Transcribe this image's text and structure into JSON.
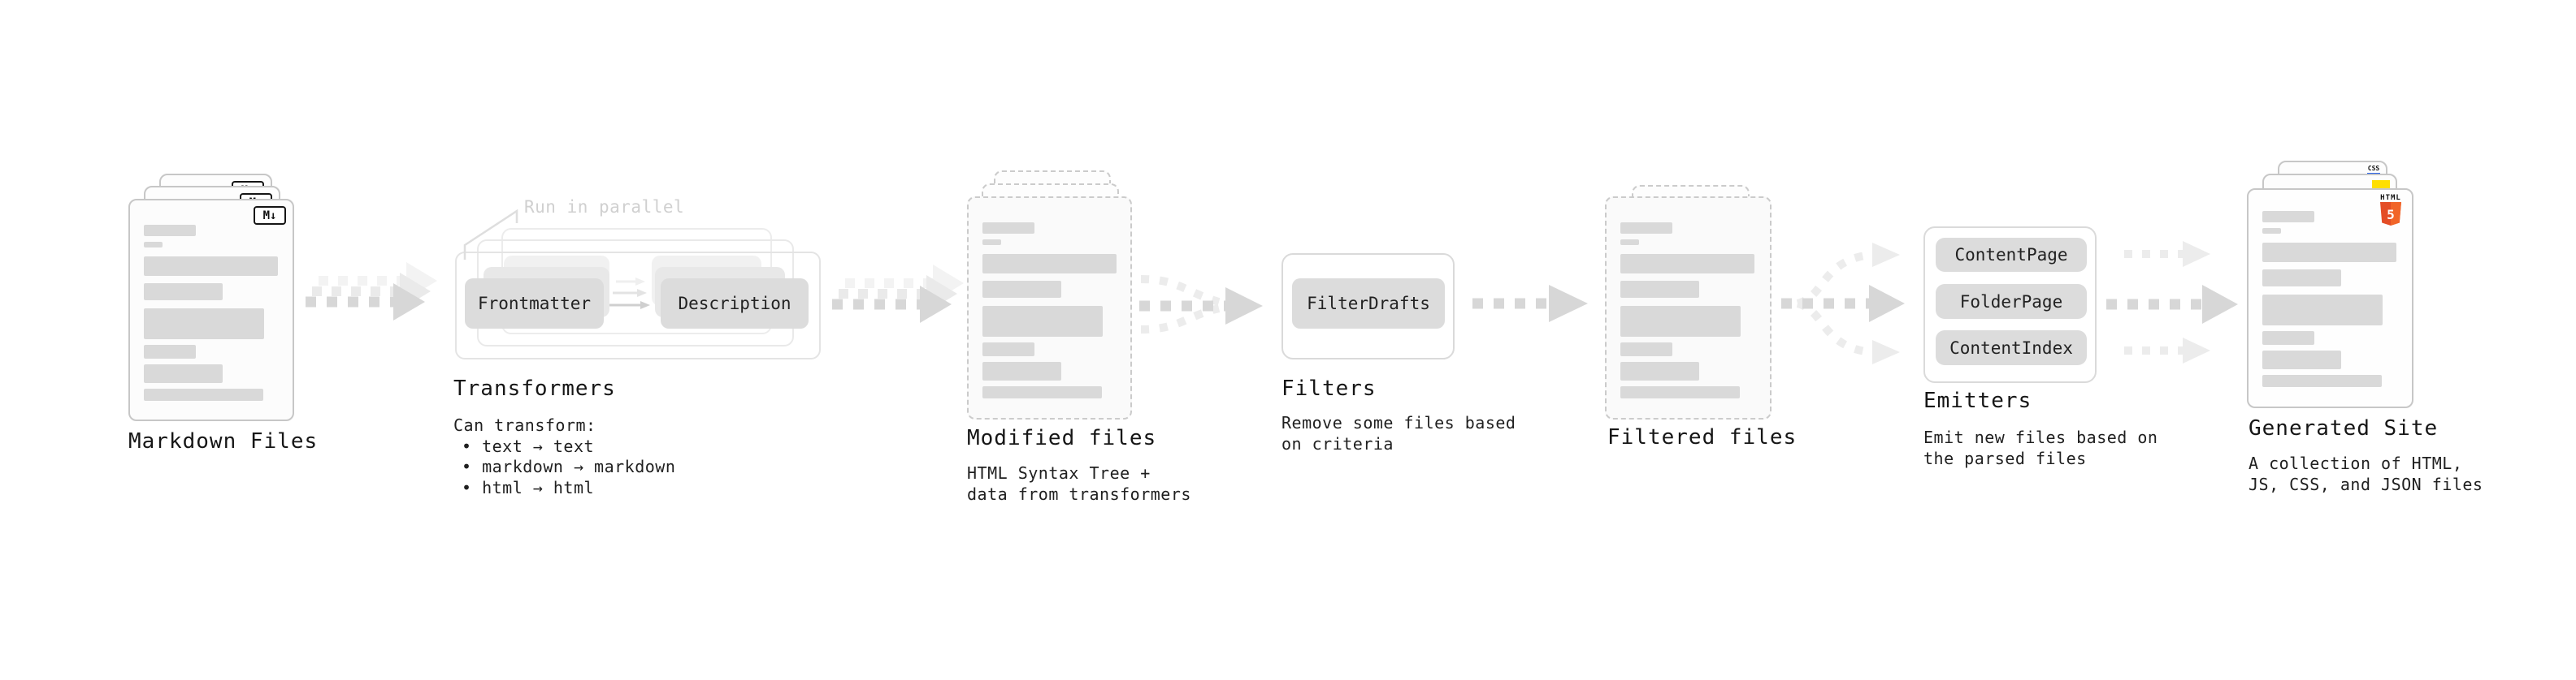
{
  "stages": {
    "markdown": {
      "label": "Markdown Files",
      "badge": "M↓"
    },
    "transformers": {
      "annotation": "Run in parallel",
      "box1": "Frontmatter",
      "box2": "Description",
      "label": "Transformers",
      "sub_heading": "Can transform:",
      "bullet1": "• text → text",
      "bullet2": "• markdown → markdown",
      "bullet3": "• html → html"
    },
    "modified": {
      "label": "Modified files",
      "sub1": "HTML Syntax Tree +",
      "sub2": "data from transformers"
    },
    "filters": {
      "box1": "FilterDrafts",
      "label": "Filters",
      "sub1": "Remove some files based",
      "sub2": "on criteria"
    },
    "filtered": {
      "label": "Filtered files"
    },
    "emitters": {
      "box1": "ContentPage",
      "box2": "FolderPage",
      "box3": "ContentIndex",
      "label": "Emitters",
      "sub1": "Emit new files based on",
      "sub2": "the parsed files"
    },
    "generated": {
      "label": "Generated Site",
      "sub1": "A collection of HTML,",
      "sub2": "JS, CSS, and JSON files",
      "badge_html_label": "HTML",
      "badge_html_number": "5",
      "badge_css": "CSS"
    }
  },
  "colors": {
    "html5_orange": "#e44d26",
    "html5_orange_light": "#f16529",
    "js_yellow": "#ffdf00",
    "css_blue": "#2760e6"
  }
}
